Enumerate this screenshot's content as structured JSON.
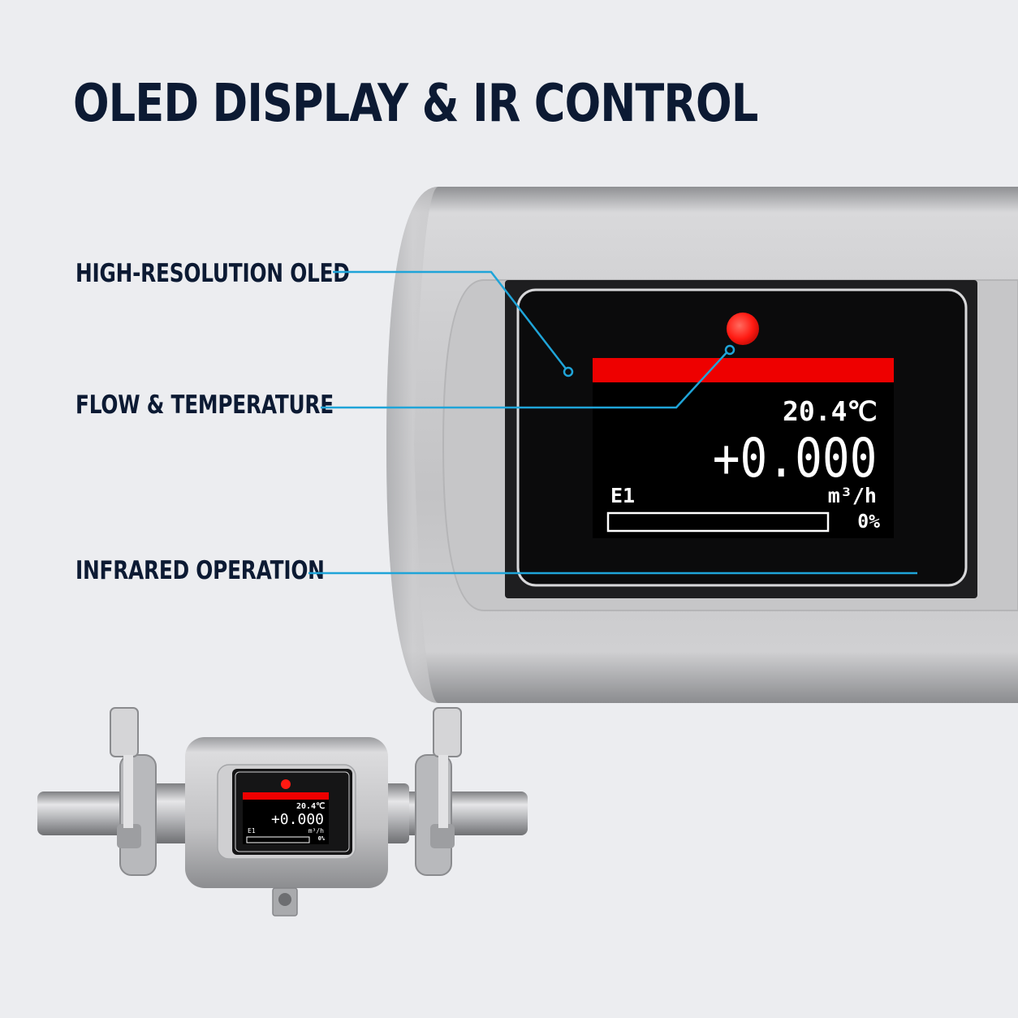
{
  "title": "OLED DISPLAY & IR CONTROL",
  "callouts": {
    "oled": "HIGH-RESOLUTION OLED",
    "flow_temp": "FLOW & TEMPERATURE",
    "infrared": "INFRARED OPERATION"
  },
  "display": {
    "temperature": "20.4℃",
    "flow": "+0.000",
    "code": "E1",
    "unit": "m³/h",
    "percent": "0%",
    "progress": 0
  },
  "colors": {
    "title": "#0c1a33",
    "callout_line": "#1fa4d8",
    "indicator": "#ff1a12",
    "header_bar": "#ee0000",
    "screen": "#000000",
    "housing": "#c4c4c6"
  }
}
